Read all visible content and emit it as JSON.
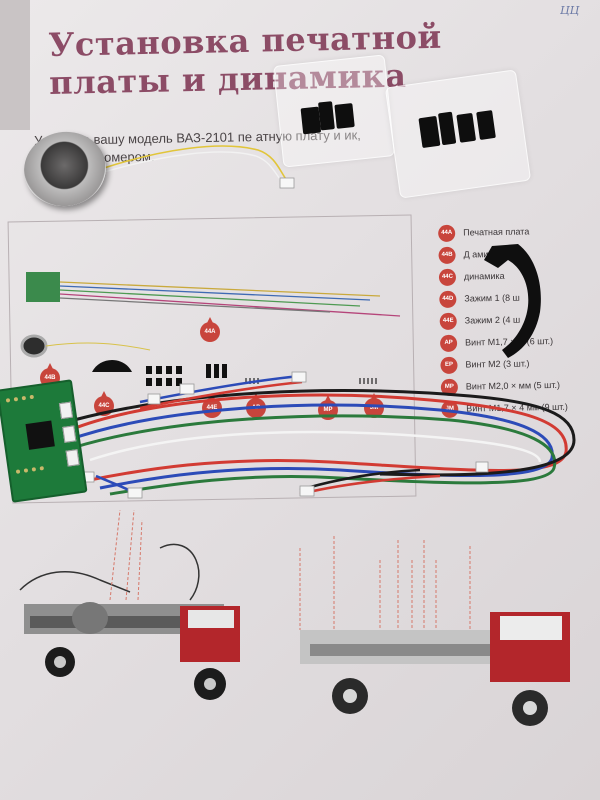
{
  "page_corner_note": "ЦЦ",
  "title": {
    "line1": "Установка печатной",
    "line2": "платы и динамика"
  },
  "intro": {
    "line1": "Ус         ите на вашу модель ВАЗ-2101 пе      атную плату и       ик,",
    "line2": "            ые с этим номером."
  },
  "legend": [
    {
      "code": "44A",
      "label": "Печатная плата"
    },
    {
      "code": "44B",
      "label": "Д  амик"
    },
    {
      "code": "44C",
      "label": "         динамика"
    },
    {
      "code": "44D",
      "label": "Зажим 1 (8 ш"
    },
    {
      "code": "44E",
      "label": "Зажим 2 (4 ш"
    },
    {
      "code": "AP",
      "label": "Винт М1,7 ×     м (6 шт.)"
    },
    {
      "code": "EP",
      "label": "Винт М2        (3 шт.)"
    },
    {
      "code": "MP",
      "label": "Винт М2,0 ×     мм (5 шт.)"
    },
    {
      "code": "JM",
      "label": "Винт М1,7 × 4 мм (9 шт.)"
    }
  ],
  "part_labels": [
    "44A",
    "44B",
    "44C",
    "44E",
    "AP",
    "MP",
    "JM"
  ],
  "colors": {
    "title": "#8c4c66",
    "badge": "#c8453c",
    "pcb": "#1d7a3a",
    "wire_red": "#d23b33",
    "wire_blue": "#2c4bb8",
    "wire_green": "#2b7a3c",
    "wire_black": "#1b1b1b",
    "wire_white": "#f4f4f4",
    "wire_yellow": "#e1c53a"
  }
}
